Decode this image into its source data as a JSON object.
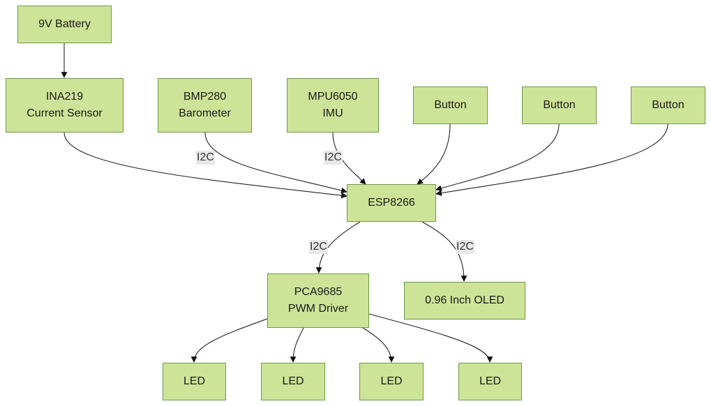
{
  "diagram": {
    "type": "flowchart",
    "nodes": {
      "battery": {
        "lines": [
          "9V Battery"
        ]
      },
      "ina219": {
        "lines": [
          "INA219",
          "Current Sensor"
        ]
      },
      "bmp280": {
        "lines": [
          "BMP280",
          "Barometer"
        ]
      },
      "mpu6050": {
        "lines": [
          "MPU6050",
          "IMU"
        ]
      },
      "button1": {
        "lines": [
          "Button"
        ]
      },
      "button2": {
        "lines": [
          "Button"
        ]
      },
      "button3": {
        "lines": [
          "Button"
        ]
      },
      "esp8266": {
        "lines": [
          "ESP8266"
        ]
      },
      "pca9685": {
        "lines": [
          "PCA9685",
          "PWM Driver"
        ]
      },
      "oled": {
        "lines": [
          "0.96 Inch OLED"
        ]
      },
      "led1": {
        "lines": [
          "LED"
        ]
      },
      "led2": {
        "lines": [
          "LED"
        ]
      },
      "led3": {
        "lines": [
          "LED"
        ]
      },
      "led4": {
        "lines": [
          "LED"
        ]
      }
    },
    "edges": [
      {
        "from": "battery",
        "to": "ina219",
        "label": ""
      },
      {
        "from": "ina219",
        "to": "esp8266",
        "label": ""
      },
      {
        "from": "bmp280",
        "to": "esp8266",
        "label": "I2C"
      },
      {
        "from": "mpu6050",
        "to": "esp8266",
        "label": "I2C"
      },
      {
        "from": "button1",
        "to": "esp8266",
        "label": ""
      },
      {
        "from": "button2",
        "to": "esp8266",
        "label": ""
      },
      {
        "from": "button3",
        "to": "esp8266",
        "label": ""
      },
      {
        "from": "esp8266",
        "to": "pca9685",
        "label": "I2C"
      },
      {
        "from": "esp8266",
        "to": "oled",
        "label": "I2C"
      },
      {
        "from": "pca9685",
        "to": "led1",
        "label": ""
      },
      {
        "from": "pca9685",
        "to": "led2",
        "label": ""
      },
      {
        "from": "pca9685",
        "to": "led3",
        "label": ""
      },
      {
        "from": "pca9685",
        "to": "led4",
        "label": ""
      }
    ],
    "colors": {
      "node_fill": "#cde498",
      "node_border": "#6b9a45",
      "edge": "#222222",
      "label_bg": "#e8e8e8"
    }
  }
}
